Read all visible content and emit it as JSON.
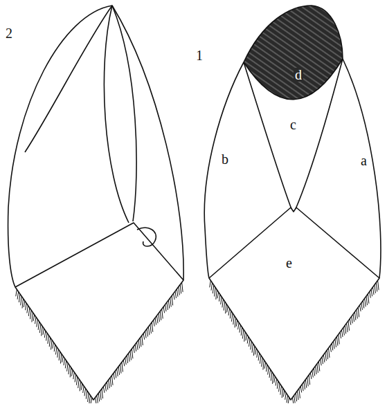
{
  "diagram": {
    "labels": [
      "2",
      "1",
      "d",
      "c",
      "b",
      "a",
      "e"
    ]
  }
}
